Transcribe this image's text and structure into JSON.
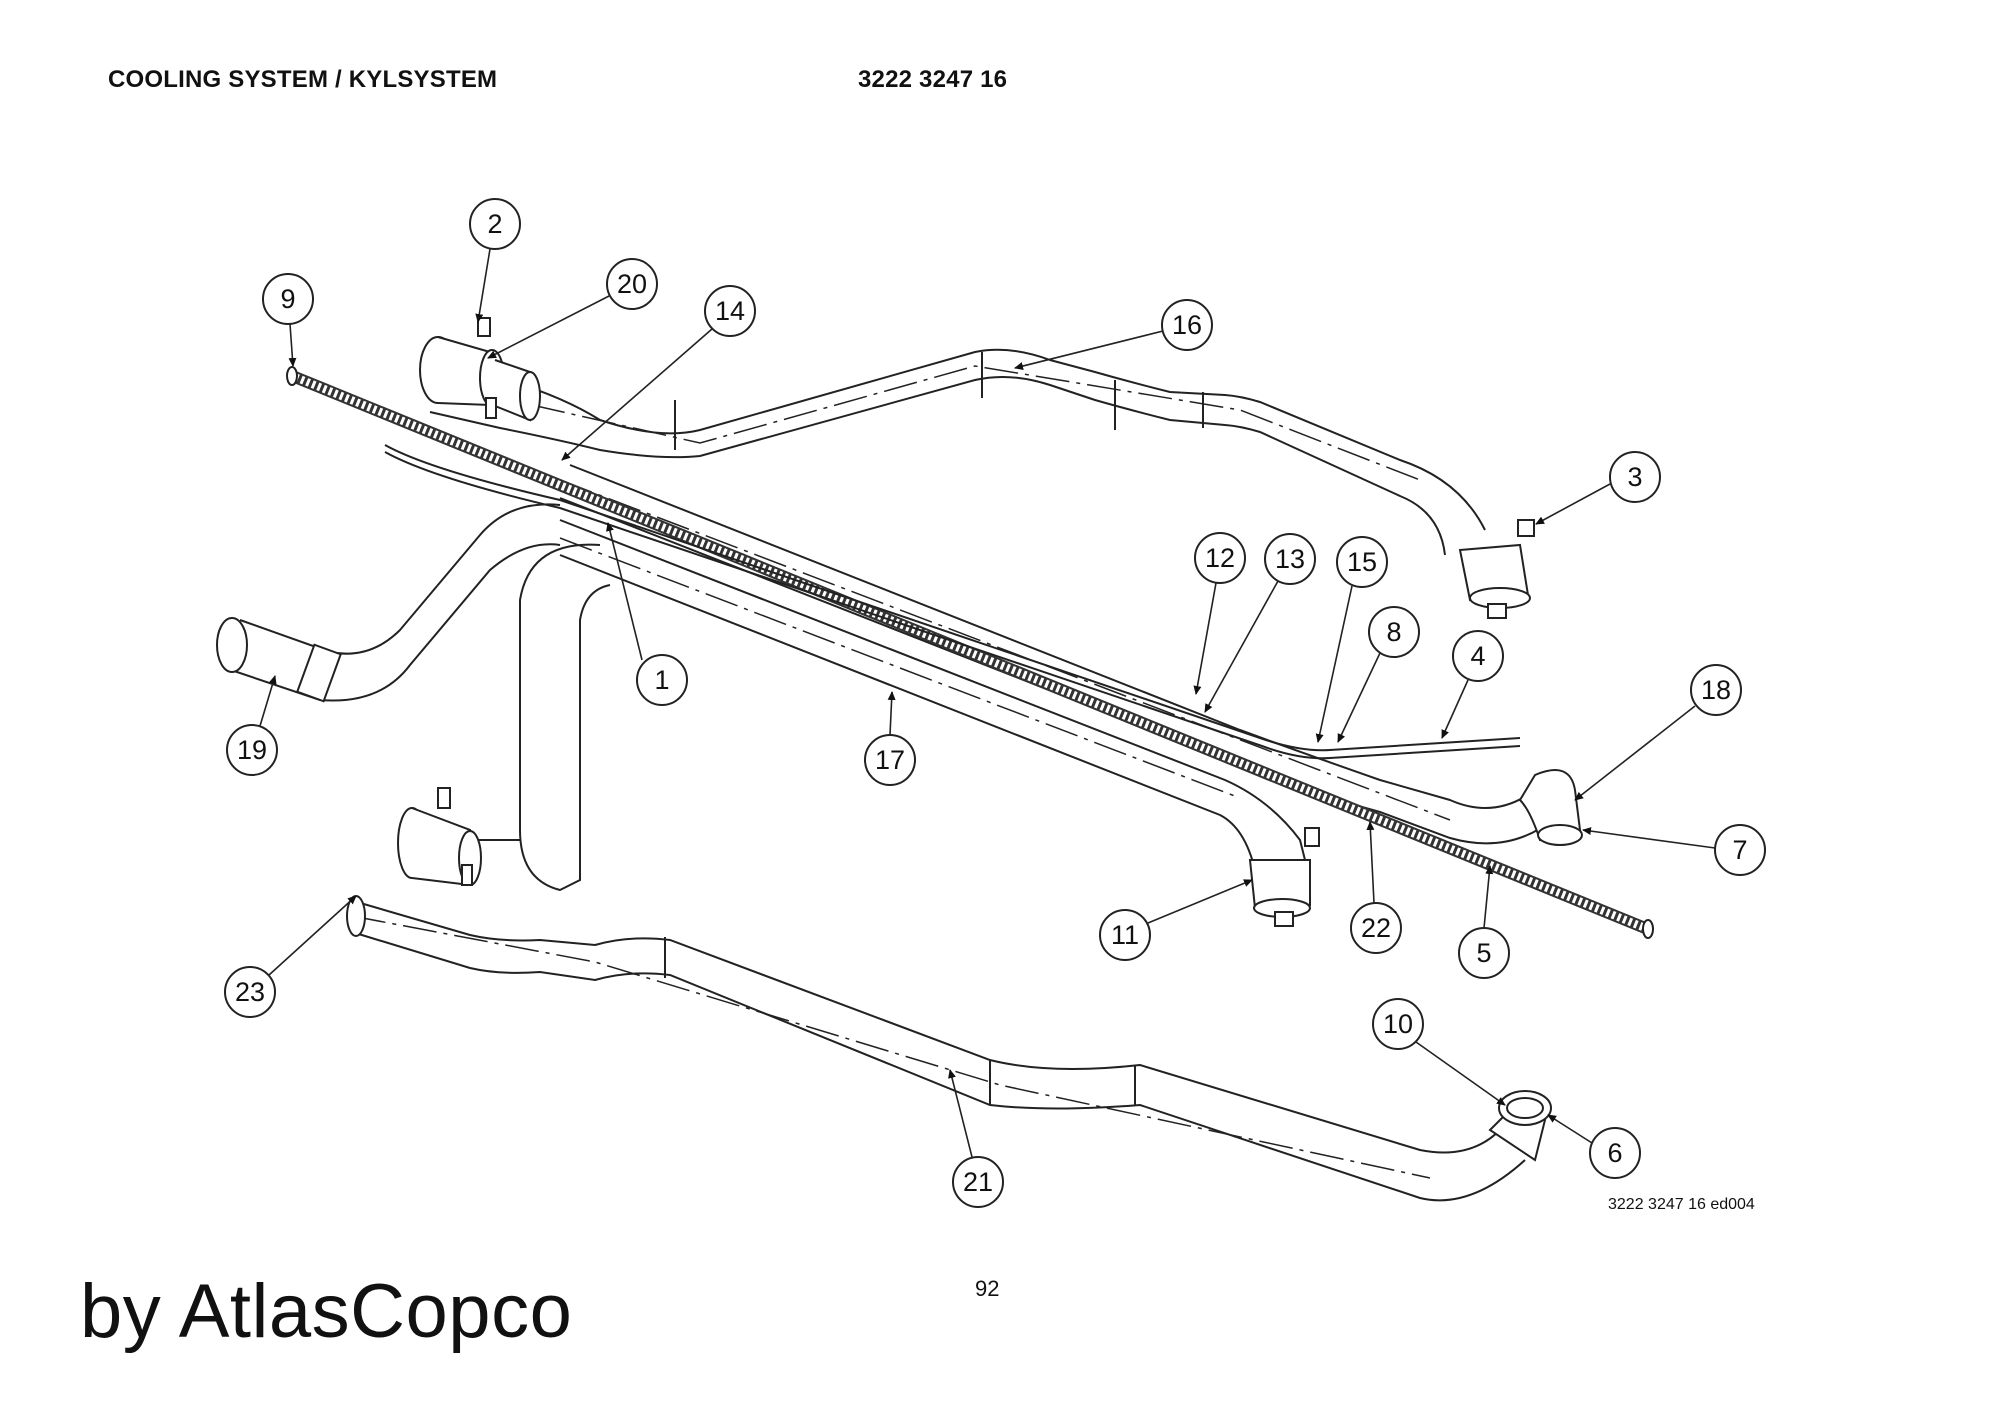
{
  "header": {
    "title": "COOLING SYSTEM / KYLSYSTEM",
    "doc_number": "3222 3247 16"
  },
  "diagram": {
    "callouts": [
      "1",
      "2",
      "3",
      "4",
      "5",
      "6",
      "7",
      "8",
      "9",
      "10",
      "11",
      "12",
      "13",
      "14",
      "15",
      "16",
      "17",
      "18",
      "19",
      "20",
      "21",
      "22",
      "23"
    ]
  },
  "footer": {
    "drawing_ref": "3222 3247 16 ed004",
    "page_number": "92",
    "brand": "by AtlasCopco"
  }
}
